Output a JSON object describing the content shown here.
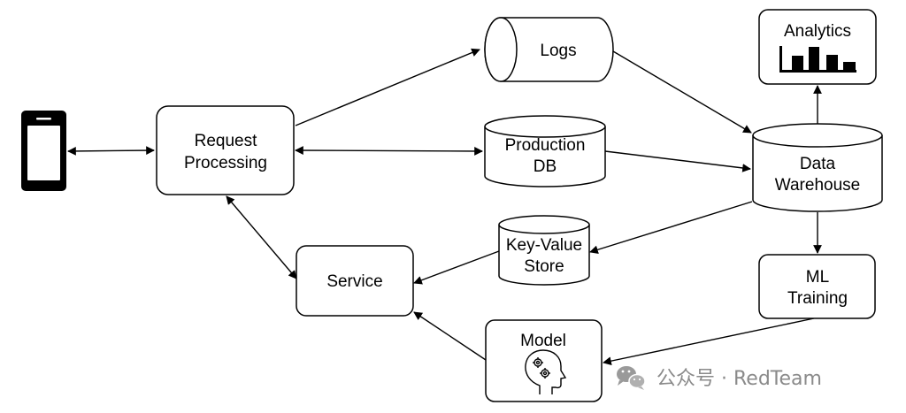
{
  "nodes": {
    "logs": "Logs",
    "analytics": "Analytics",
    "request_processing": [
      "Request",
      "Processing"
    ],
    "production_db": [
      "Production",
      "DB"
    ],
    "data_warehouse": [
      "Data",
      "Warehouse"
    ],
    "key_value_store": [
      "Key-Value",
      "Store"
    ],
    "service": "Service",
    "ml_training": [
      "ML",
      "Training"
    ],
    "model": "Model"
  },
  "watermark": "公众号 · RedTeam",
  "icons": {
    "device": "smartphone-icon",
    "analytics": "bar-chart-icon",
    "model": "brain-gears-icon",
    "watermark": "wechat-icon"
  },
  "colors": {
    "stroke": "#000000",
    "background": "#ffffff",
    "watermark": "#8a8a8a"
  }
}
